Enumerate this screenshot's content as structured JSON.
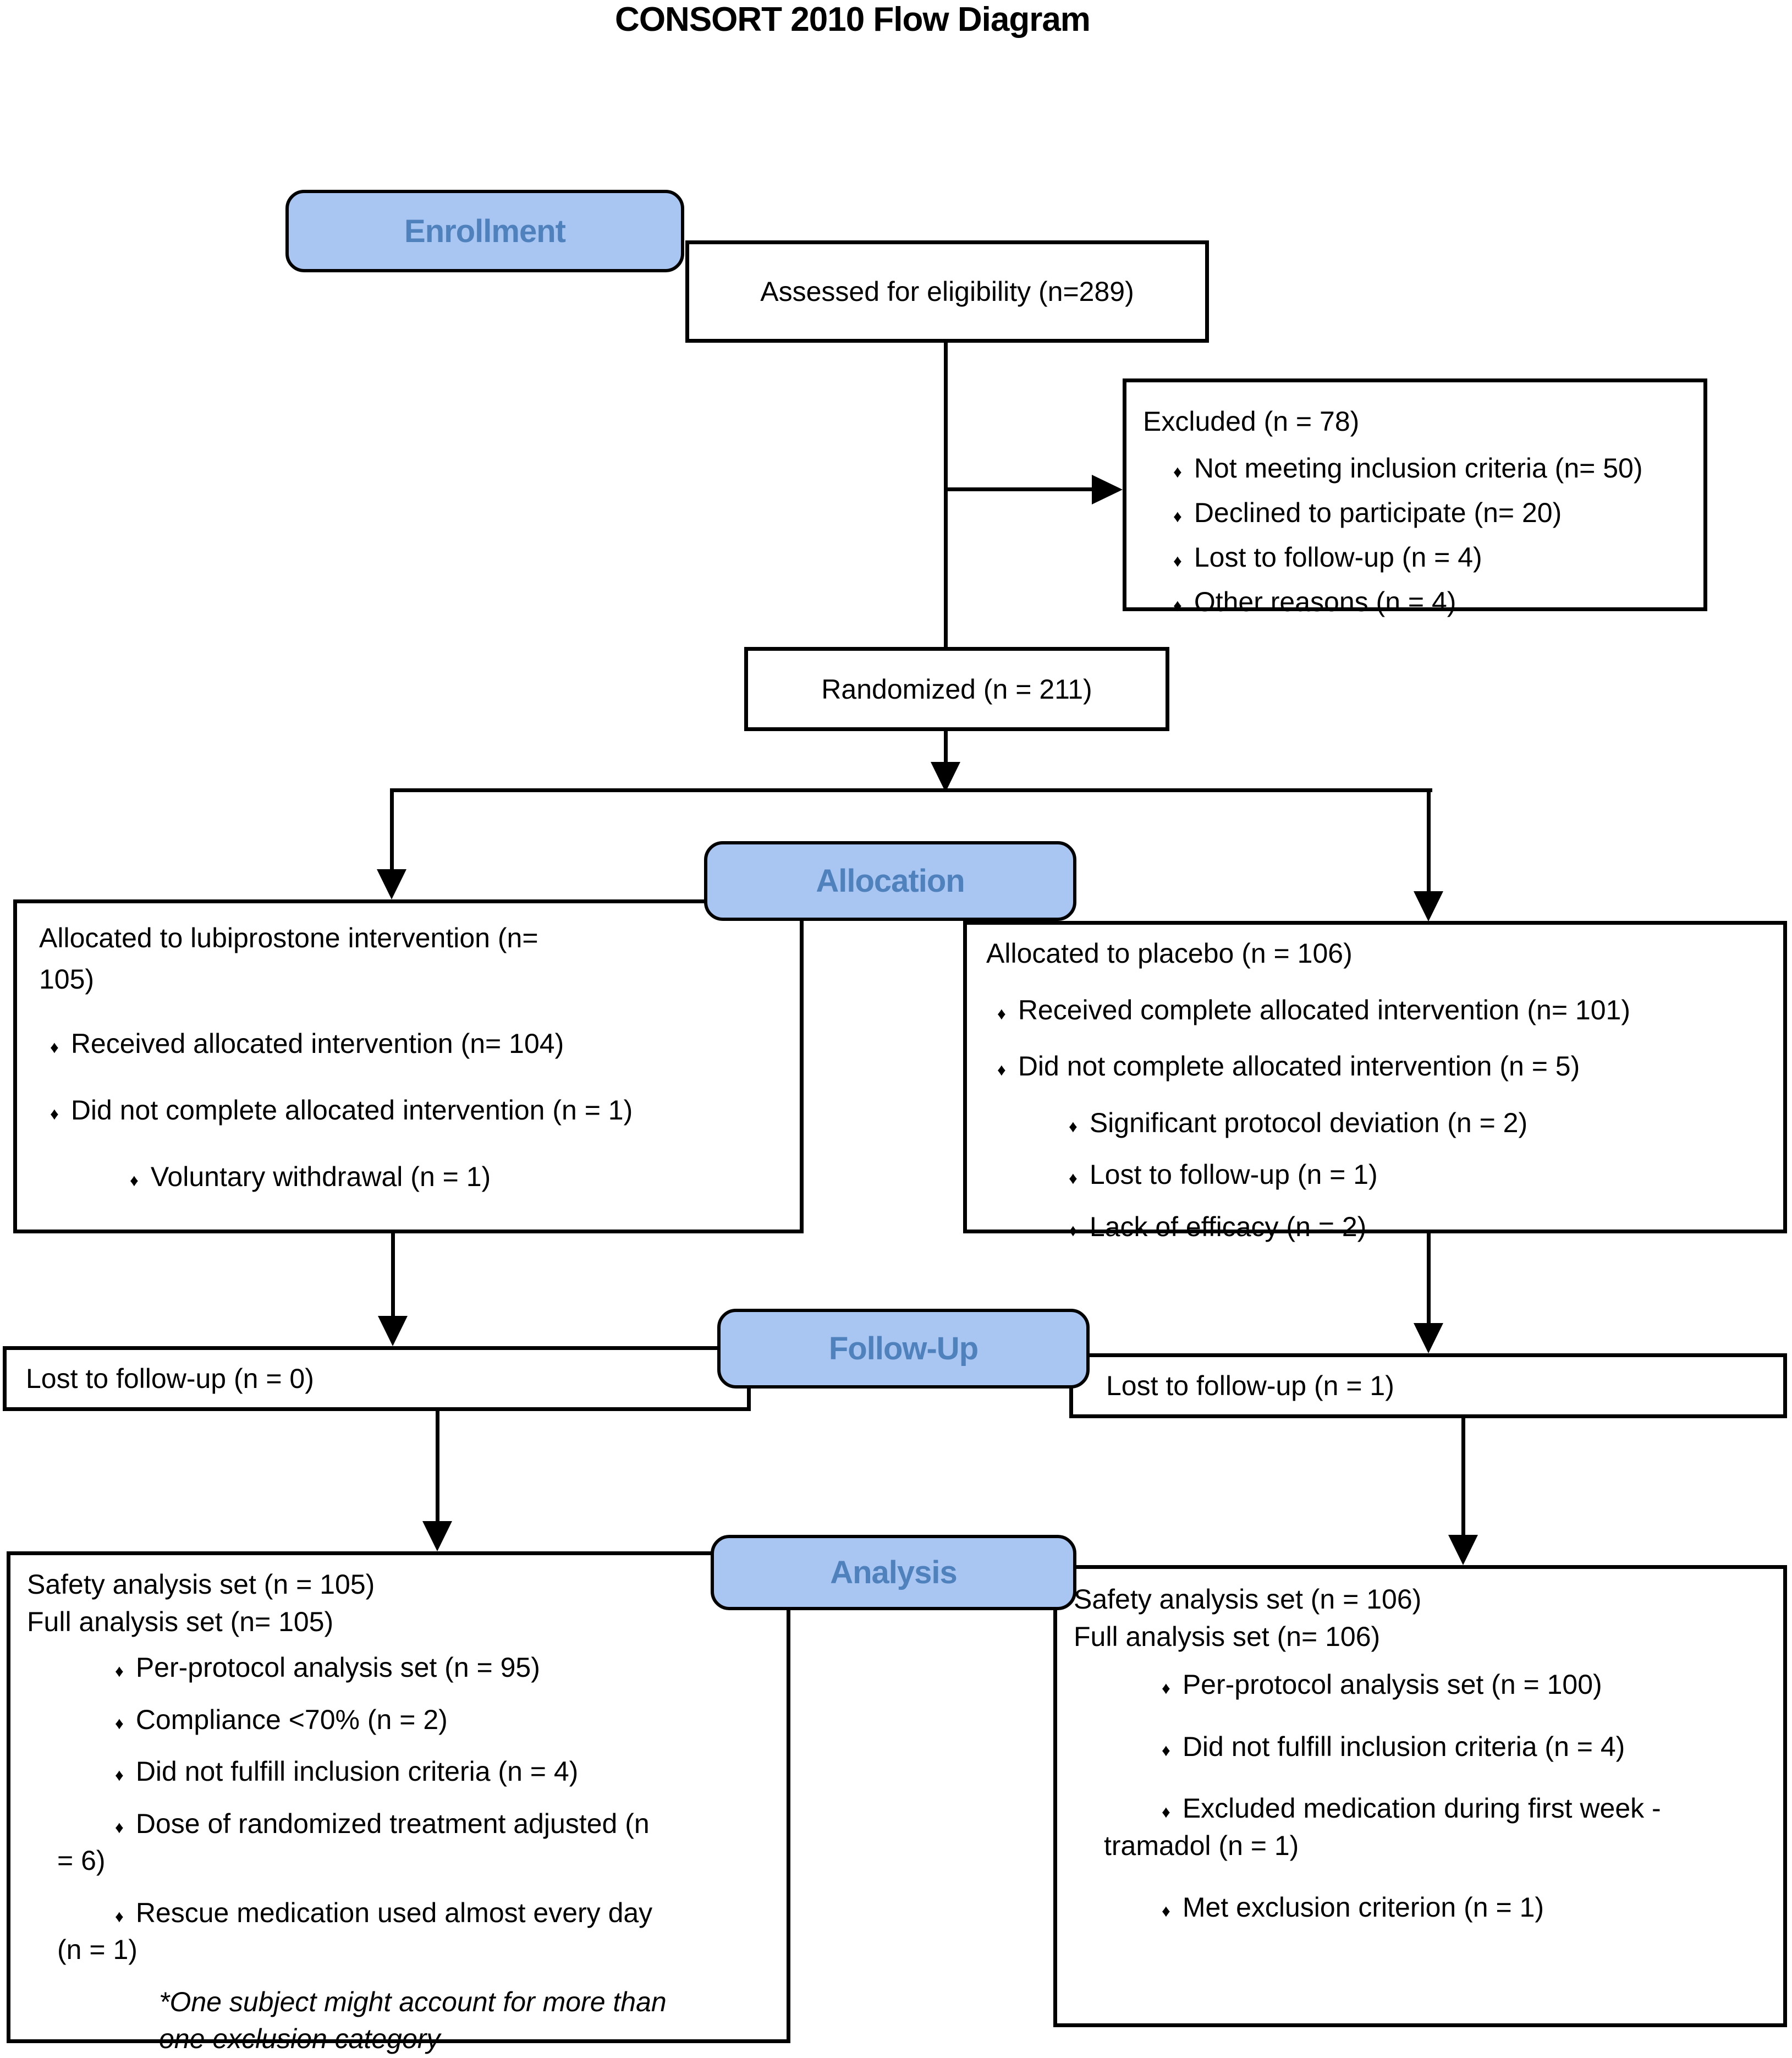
{
  "title": "CONSORT 2010 Flow Diagram",
  "stages": {
    "enrollment": "Enrollment",
    "allocation": "Allocation",
    "followup": "Follow-Up",
    "analysis": "Analysis"
  },
  "colors": {
    "stage_fill": "#a9c5f2",
    "stage_text": "#4f81bd",
    "line": "#000000"
  },
  "boxes": {
    "assessed": {
      "text": "Assessed for eligibility (n=289)"
    },
    "excluded": {
      "title": "Excluded (n = 78)",
      "items": [
        "Not meeting inclusion criteria (n= 50)",
        "Declined to participate (n= 20)",
        "Lost to follow-up (n = 4)",
        "Other reasons (n = 4)"
      ]
    },
    "randomized": {
      "text": "Randomized (n = 211)"
    },
    "alloc_left": {
      "title": "Allocated to lubiprostone intervention (n= 105)",
      "items": [
        "Received allocated intervention (n= 104)",
        "Did not complete allocated intervention (n = 1)"
      ],
      "subitems": [
        "Voluntary withdrawal (n = 1)"
      ]
    },
    "alloc_right": {
      "title": "Allocated to placebo (n = 106)",
      "items": [
        "Received complete allocated intervention (n= 101)",
        "Did not complete allocated intervention (n = 5)"
      ],
      "subitems": [
        "Significant protocol deviation (n = 2)",
        "Lost to follow-up (n = 1)",
        "Lack of efficacy (n = 2)"
      ]
    },
    "fu_left": {
      "text": "Lost to follow-up (n = 0)"
    },
    "fu_right": {
      "text": "Lost to follow-up (n = 1)"
    },
    "ana_left": {
      "line1": "Safety analysis set (n = 105)",
      "line2": "Full analysis set (n= 105)",
      "items": [
        "Per-protocol analysis set (n = 95)",
        "Compliance <70% (n = 2)",
        "Did not fulfill inclusion criteria (n = 4)",
        "Dose of randomized treatment adjusted (n = 6)",
        "Rescue medication used almost every day (n = 1)"
      ],
      "note": "*One subject might account for more than one exclusion category"
    },
    "ana_right": {
      "line1": "Safety analysis set (n = 106)",
      "line2": "Full analysis set (n= 106)",
      "items": [
        "Per-protocol analysis set (n = 100)",
        "Did not fulfill inclusion criteria (n = 4)",
        "Excluded medication during first week - tramadol (n = 1)",
        "Met exclusion criterion (n = 1)"
      ]
    }
  }
}
